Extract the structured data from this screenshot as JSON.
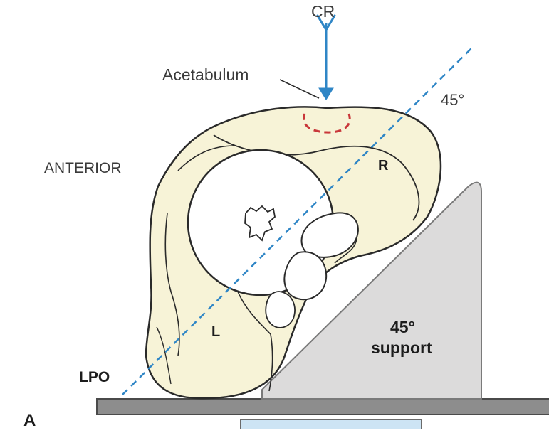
{
  "labels": {
    "cr": "CR",
    "acetabulum": "Acetabulum",
    "angle": "45°",
    "anterior": "ANTERIOR",
    "right": "R",
    "left": "L",
    "support_angle": "45°",
    "support_word": "support",
    "position": "LPO",
    "panel": "A"
  },
  "colors": {
    "bone_fill": "#f7f3d7",
    "bone_outline": "#2a2a2a",
    "central_ray": "#2f86c6",
    "plane_line": "#2f86c6",
    "acetabulum_mark": "#c9373a",
    "support_fill": "#dcdbdb",
    "support_stroke": "#7a7a7a",
    "table_fill": "#8d8d8d",
    "detector_fill": "#cde4f4"
  },
  "icons": {
    "beam": "central-ray-arrow-icon"
  }
}
